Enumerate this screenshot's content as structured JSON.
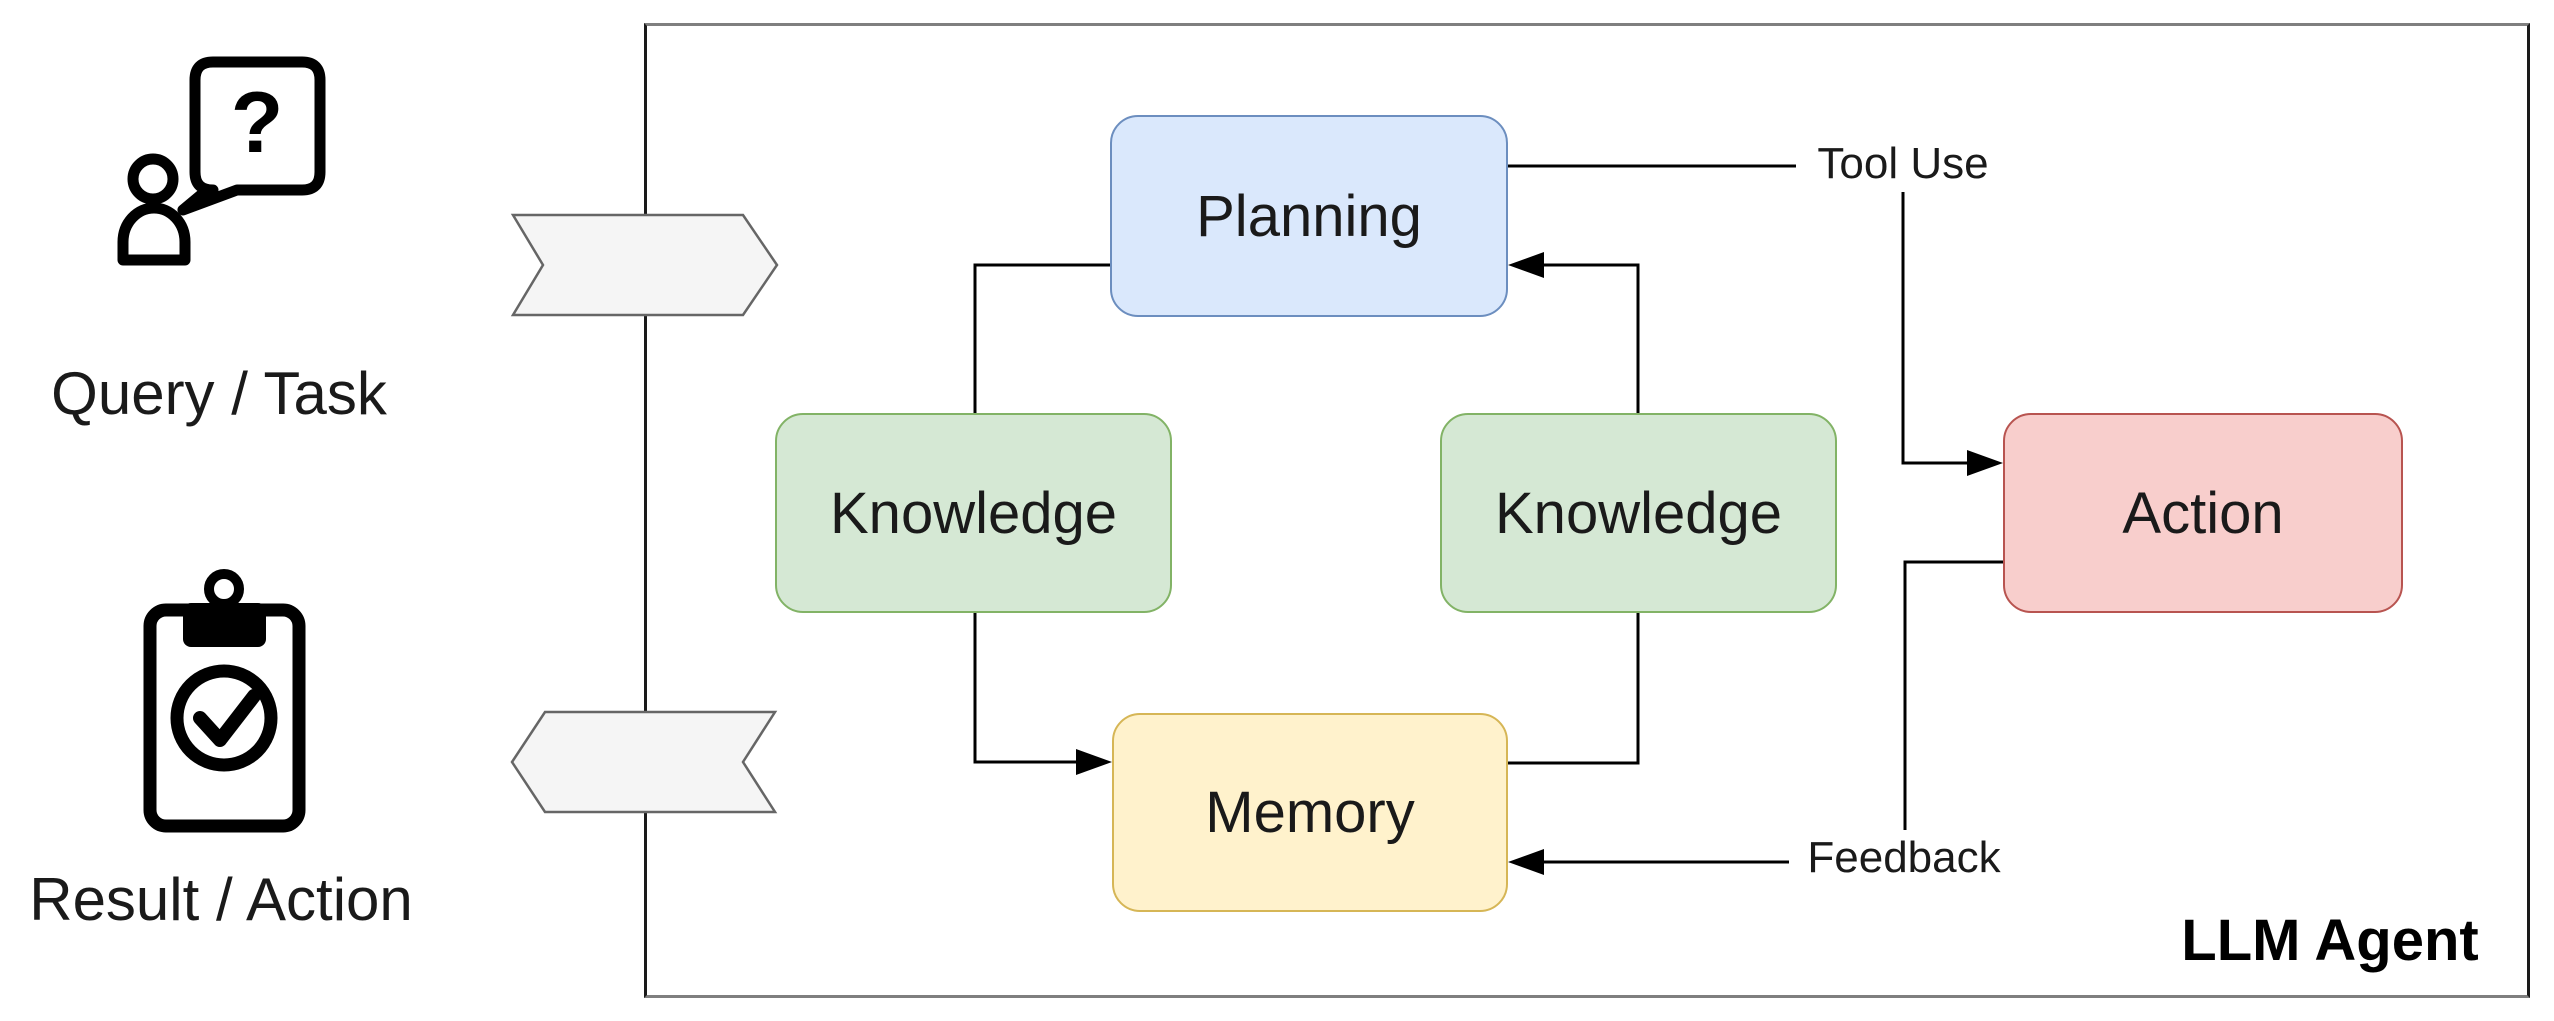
{
  "diagram": {
    "container_label": "LLM Agent",
    "nodes": {
      "planning": {
        "label": "Planning",
        "fill": "#dae8fc",
        "stroke": "#6c8ebf"
      },
      "knowledge_left": {
        "label": "Knowledge",
        "fill": "#d5e8d4",
        "stroke": "#82b366"
      },
      "knowledge_right": {
        "label": "Knowledge",
        "fill": "#d5e8d4",
        "stroke": "#82b366"
      },
      "memory": {
        "label": "Memory",
        "fill": "#fff2cc",
        "stroke": "#d6b656"
      },
      "action": {
        "label": "Action",
        "fill": "#f8cecc",
        "stroke": "#b85450"
      }
    },
    "edges": {
      "tool_use_label": "Tool Use",
      "feedback_label": "Feedback"
    },
    "io": {
      "input_caption": "Query / Task",
      "output_caption": "Result / Action",
      "input_icon": "user-question-icon",
      "output_icon": "clipboard-check-icon",
      "question_mark": "?"
    },
    "colors": {
      "connector": "#000000",
      "container_border": "#7f7f7f",
      "container_side_border": "#1a1a1a",
      "chevron_fill": "#f5f5f5",
      "chevron_stroke": "#666666",
      "icon": "#000000",
      "text": "#1a1a1a"
    }
  }
}
